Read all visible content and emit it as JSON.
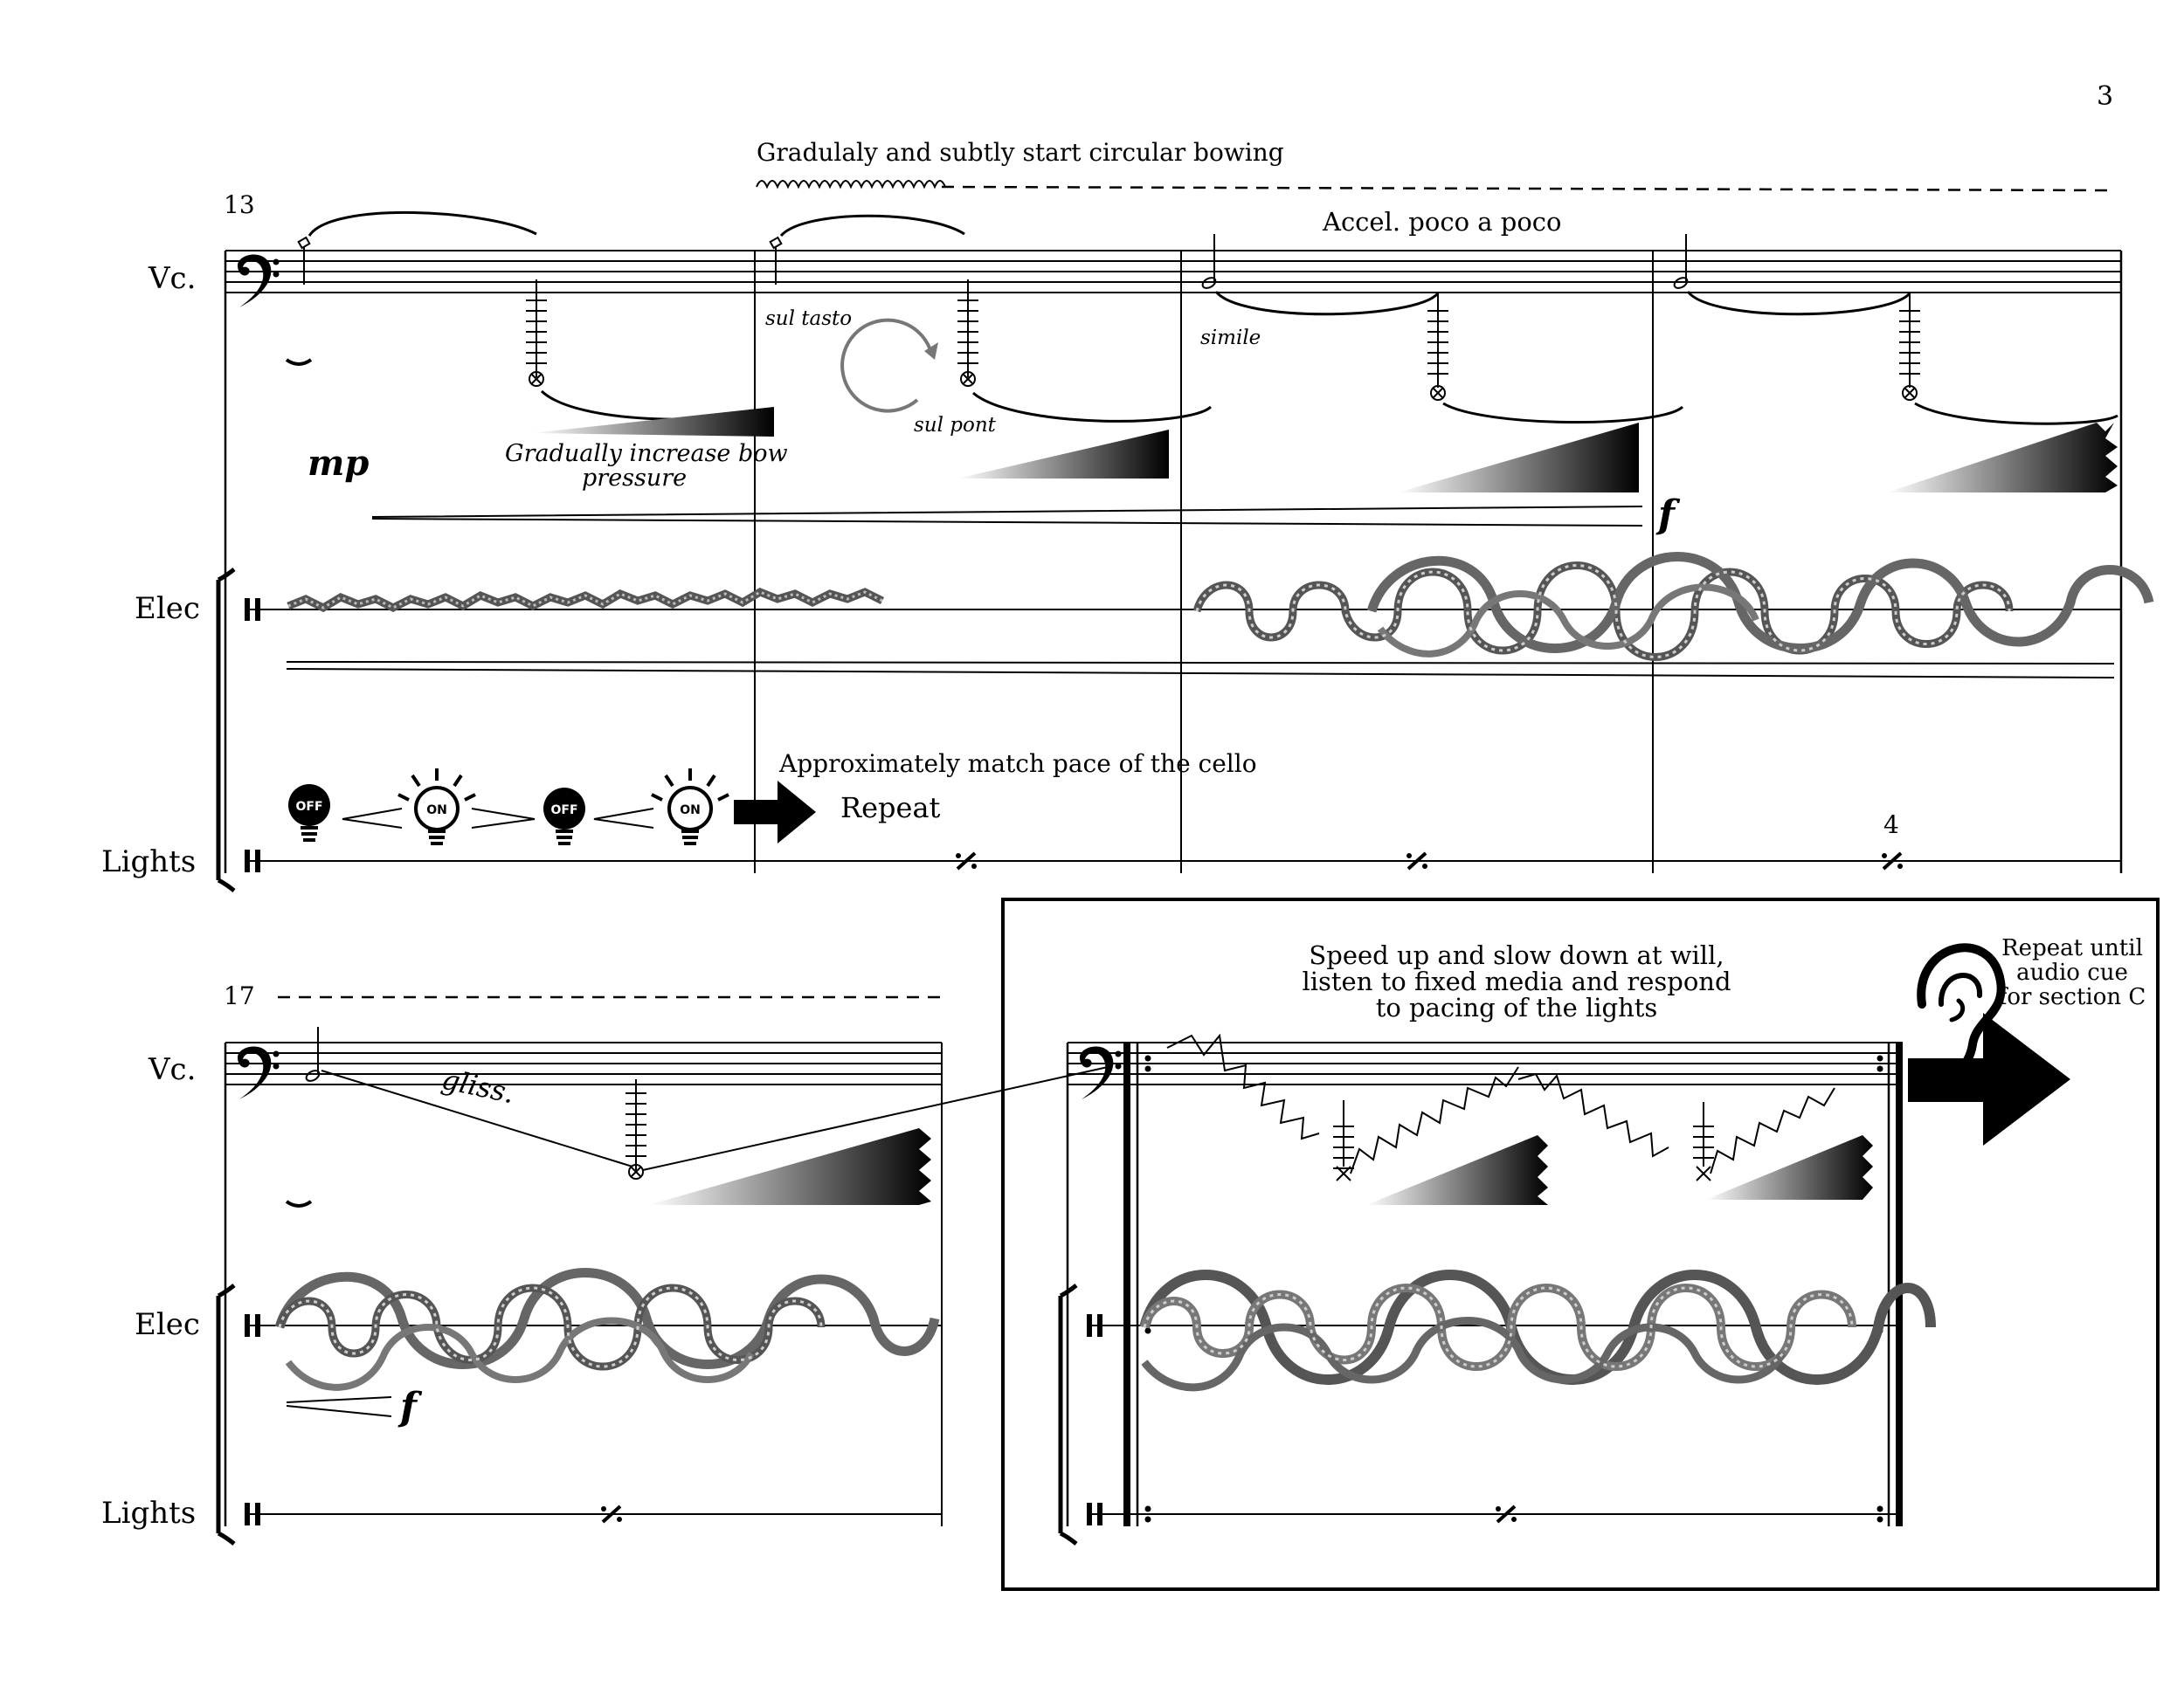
{
  "page_number": "3",
  "system1": {
    "measure_number": "13",
    "instruments": {
      "cello": "Vc.",
      "electronics": "Elec",
      "lights": "Lights"
    },
    "text_circular_bowing": "Gradulaly and subtly start circular bowing",
    "text_accel": "Accel. poco a poco",
    "text_sul_tasto": "sul tasto",
    "text_sul_pont": "sul pont",
    "text_simile": "simile",
    "text_bow_pressure_1": "Gradually increase bow",
    "text_bow_pressure_2": "pressure",
    "dynamic_start": "mp",
    "dynamic_end": "f",
    "lights_instruction": "Approximately match pace of the cello",
    "lights_repeat": "Repeat",
    "light_off": "OFF",
    "light_on": "ON",
    "repeat_count": "4"
  },
  "system2": {
    "measure_number": "17",
    "instruments": {
      "cello": "Vc.",
      "electronics": "Elec",
      "lights": "Lights"
    },
    "gliss": "gliss.",
    "dynamic_end": "f",
    "box_instruction_1": "Speed up and slow down at will,",
    "box_instruction_2": "listen to fixed media and respond",
    "box_instruction_3": "to pacing of the lights",
    "cue_1": "Repeat until",
    "cue_2": "audio cue",
    "cue_3": "for section C"
  },
  "icons": [
    "bass-clef-icon",
    "percussion-clef-icon",
    "light-bulb-off-icon",
    "light-bulb-on-icon",
    "arrow-right-icon",
    "ear-icon",
    "repeat-measure-icon",
    "circular-arrow-icon"
  ]
}
